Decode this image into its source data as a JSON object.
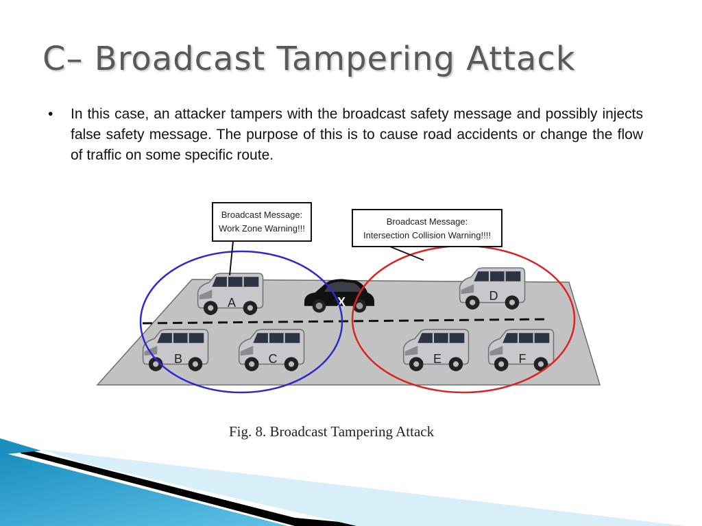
{
  "slide": {
    "title": "C– Broadcast Tampering Attack",
    "bullet": "In this case, an attacker tampers with the broadcast safety message and possibly injects false safety message. The purpose of this is to cause road accidents or change the flow of traffic on some specific route.",
    "bullet_marker": "•"
  },
  "figure": {
    "callouts": [
      {
        "line1": "Broadcast Message:",
        "line2": "Work Zone Warning!!!"
      },
      {
        "line1": "Broadcast Message:",
        "line2": "Intersection Collision Warning!!!!"
      }
    ],
    "vehicles": [
      "A",
      "B",
      "C",
      "D",
      "E",
      "F"
    ],
    "attacker": "X",
    "caption": "Fig. 8.   Broadcast Tampering Attack",
    "colors": {
      "left_zone": "#2a2ad0",
      "right_zone": "#dd2222",
      "road": "#c2c2c2",
      "van": "#c8c8cc",
      "attacker_car": "#111111"
    }
  },
  "decor": {
    "colors": [
      "#1a8fc0",
      "#5fc0e6",
      "#000000",
      "#d8eef8"
    ]
  }
}
